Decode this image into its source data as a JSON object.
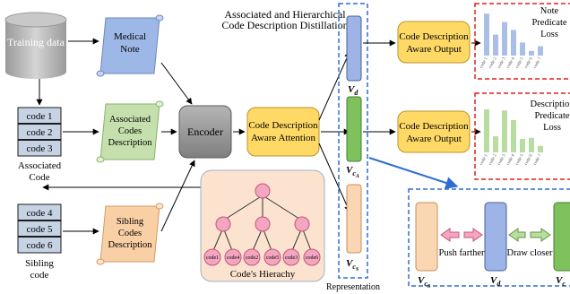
{
  "title": {
    "line1": "Associated and Hierarchical",
    "line2": "Code Description Distillation"
  },
  "training_data": "Training data",
  "medical_note": {
    "line1": "Medical",
    "line2": "Note"
  },
  "associated_desc": {
    "line1": "Associated",
    "line2": "Codes",
    "line3": "Description"
  },
  "sibling_desc": {
    "line1": "Sibling",
    "line2": "Codes",
    "line3": "Description"
  },
  "associated_codes": [
    "code 1",
    "code 2",
    "code 3"
  ],
  "associated_label": {
    "line1": "Associated",
    "line2": "Code"
  },
  "sibling_codes": [
    "code 4",
    "code 5",
    "code 6"
  ],
  "sibling_label": {
    "line1": "Sibling",
    "line2": "code"
  },
  "encoder": "Encoder",
  "attention": {
    "line1": "Code Description",
    "line2": "Aware Attention"
  },
  "output_top": {
    "line1": "Code Description",
    "line2": "Aware Output"
  },
  "output_bottom": {
    "line1": "Code Description",
    "line2": "Aware Output"
  },
  "vectors": {
    "vd": "V",
    "vd_sub": "d",
    "vca": "V",
    "vca_sub": "c",
    "vca_subsub": "A",
    "vcs": "V",
    "vcs_sub": "c",
    "vcs_subsub": "S"
  },
  "representation": "Representation",
  "hierarchy": {
    "caption": "Code's  Hierachy",
    "leaves": [
      "code1",
      "code4",
      "code2",
      "code5",
      "code3",
      "code6"
    ]
  },
  "note_loss": {
    "line1": "Note",
    "line2": "Predicate",
    "line3": "Loss"
  },
  "desc_loss": {
    "line1": "Description",
    "line2": "Predicate",
    "line3": "Loss"
  },
  "inset": {
    "push": "Push farther",
    "draw": "Draw closer",
    "vcs": "V",
    "vcs_sub": "c",
    "vcs_subsub": "S",
    "vd": "V",
    "vd_sub": "d",
    "vc": "V",
    "vc_sub": "c"
  },
  "chart_data": [
    {
      "type": "bar",
      "title": "Note Predicate Loss",
      "categories": [
        "code 1",
        "code 2",
        "code 3",
        "code 4",
        "code 5",
        "code 6",
        "code 7"
      ],
      "values": [
        0.9,
        0.45,
        0.72,
        0.55,
        0.28,
        0.1,
        0.2
      ],
      "ylim": [
        0,
        1
      ],
      "color": "#aabfe6"
    },
    {
      "type": "bar",
      "title": "Description Predicate Loss",
      "categories": [
        "code 1",
        "code 2",
        "code 3",
        "code 4",
        "code 5",
        "code 6",
        "code 7"
      ],
      "values": [
        0.8,
        0.3,
        0.78,
        0.6,
        0.25,
        0.27,
        0.12
      ],
      "ylim": [
        0,
        1
      ],
      "color": "#b9dca1"
    }
  ],
  "colors": {
    "blue_doc": "#9db8e6",
    "green_doc": "#c5e0ad",
    "orange_doc": "#f9cfa5",
    "encoder": "#9a9a9a",
    "yellow": "#ffd966",
    "vd": "#9fb4e6",
    "vca": "#7fc15c",
    "vcs": "#fbd6b3",
    "node": "#f4a6c0",
    "hier_bg": "#fbe3cf",
    "dash_blue": "#2f6dd3",
    "dash_red": "#e0201b"
  }
}
